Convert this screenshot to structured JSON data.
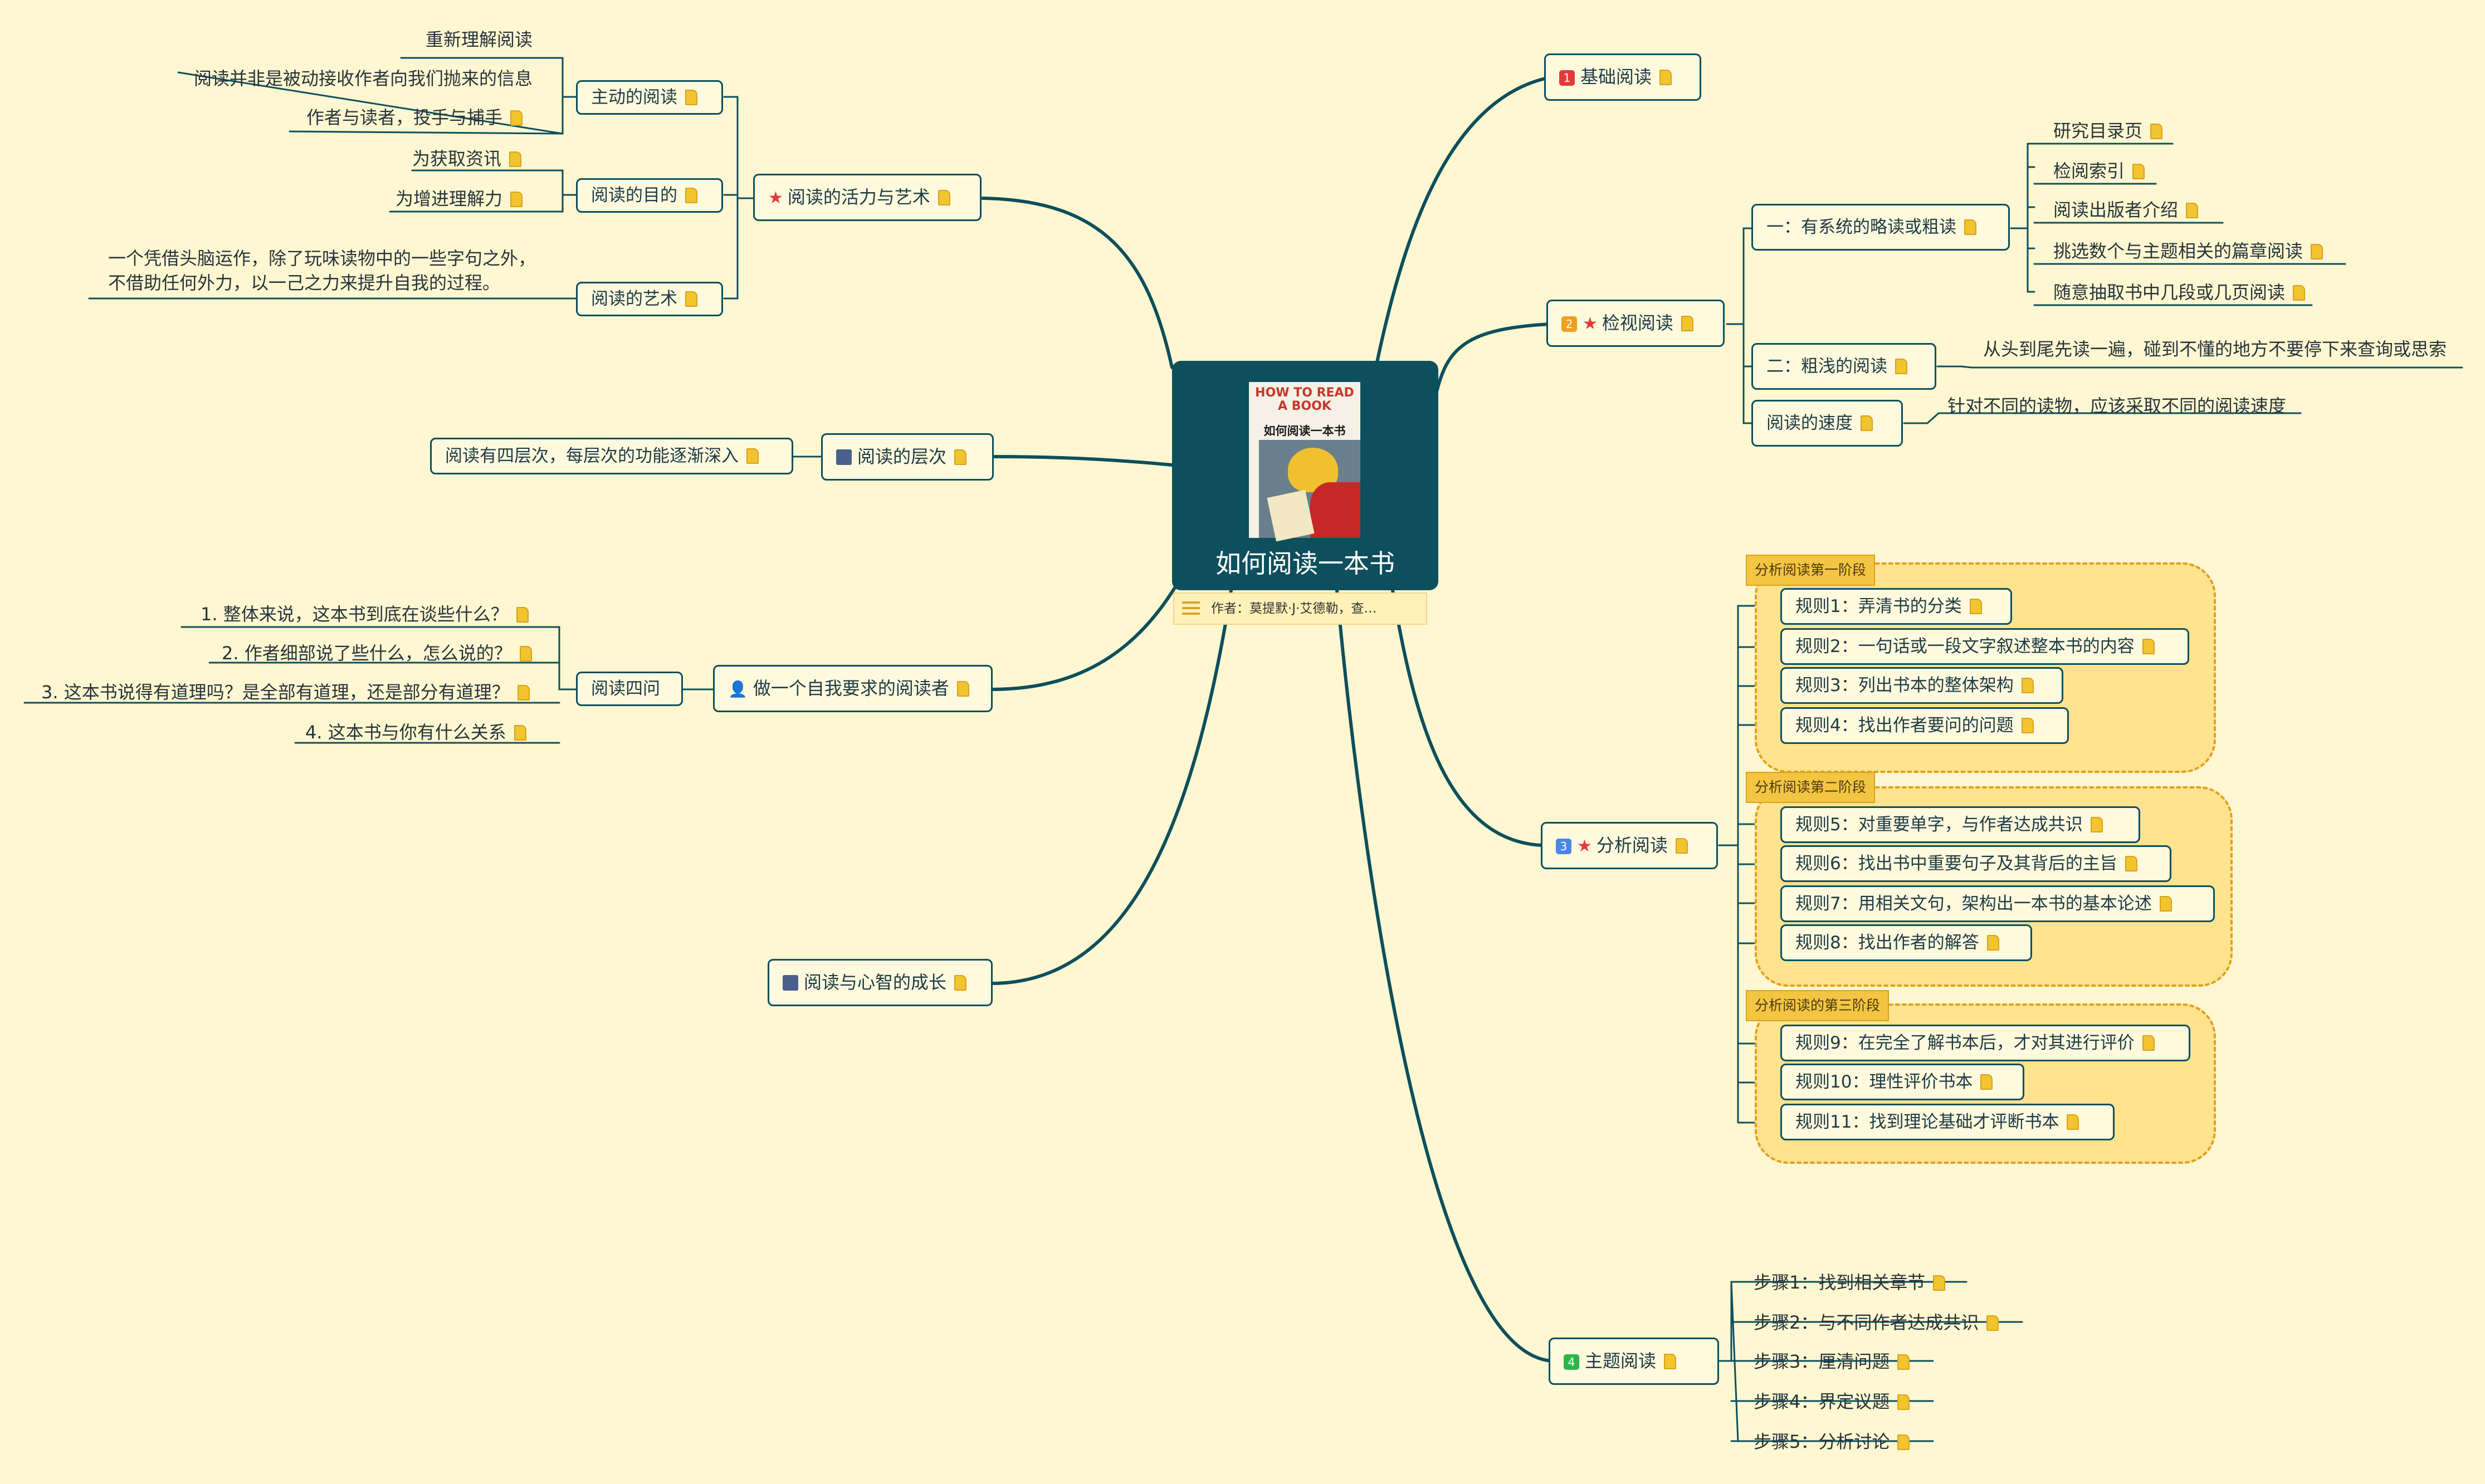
{
  "central": {
    "title": "如何阅读一本书",
    "note": "作者：莫提默·J·艾德勒，查…",
    "cover_title_en": "HOW TO READ A BOOK",
    "cover_title_cn": "如何阅读一本书"
  },
  "colors": {
    "line": "#0d4f5c",
    "background": "#fff7d1",
    "node_bg": "#fff9de",
    "cloud_fill": "#ffe38f",
    "cloud_border": "#e0a020",
    "marker_red": "#e23a3a",
    "marker_orange": "#f0a020",
    "marker_blue": "#4a86e8",
    "marker_green": "#2fb44a",
    "note_icon": "#f1c430"
  },
  "icons": {
    "note": "note-icon",
    "star": "star-icon",
    "person": "person-icon",
    "chart": "bar-chart-icon",
    "growth": "line-chart-icon"
  },
  "right": {
    "b1": {
      "marker": "1",
      "label": "基础阅读"
    },
    "b2": {
      "marker": "2",
      "label": "检视阅读",
      "children": [
        {
          "label": "一：有系统的略读或粗读",
          "children": [
            "研究目录页",
            "检阅索引",
            "阅读出版者介绍",
            "挑选数个与主题相关的篇章阅读",
            "随意抽取书中几段或几页阅读"
          ]
        },
        {
          "label": "二：粗浅的阅读",
          "note": "从头到尾先读一遍，碰到不懂的地方不要停下来查询或思索"
        },
        {
          "label": "阅读的速度",
          "note": "针对不同的读物，应该采取不同的阅读速度"
        }
      ]
    },
    "b3": {
      "marker": "3",
      "label": "分析阅读",
      "stages": [
        {
          "label": "分析阅读第一阶段",
          "rules": [
            "规则1：弄清书的分类",
            "规则2：一句话或一段文字叙述整本书的内容",
            "规则3：列出书本的整体架构",
            "规则4：找出作者要问的问题"
          ]
        },
        {
          "label": "分析阅读第二阶段",
          "rules": [
            "规则5：对重要单字，与作者达成共识",
            "规则6：找出书中重要句子及其背后的主旨",
            "规则7：用相关文句，架构出一本书的基本论述",
            "规则8：找出作者的解答"
          ]
        },
        {
          "label": "分析阅读的第三阶段",
          "rules": [
            "规则9：在完全了解书本后，才对其进行评价",
            "规则10：理性评价书本",
            "规则11：找到理论基础才评断书本"
          ]
        }
      ]
    },
    "b4": {
      "marker": "4",
      "label": "主题阅读",
      "steps": [
        "步骤1：找到相关章节",
        "步骤2：与不同作者达成共识",
        "步骤3：厘清问题",
        "步骤4：界定议题",
        "步骤5：分析讨论"
      ]
    }
  },
  "left": {
    "vitality": {
      "label": "阅读的活力与艺术",
      "children": [
        {
          "label": "主动的阅读",
          "children": [
            "重新理解阅读",
            "阅读并非是被动接收作者向我们抛来的信息",
            "作者与读者，投手与捕手"
          ]
        },
        {
          "label": "阅读的目的",
          "children": [
            "为获取资讯",
            "为增进理解力"
          ]
        },
        {
          "label": "阅读的艺术",
          "note_lines": [
            "一个凭借头脑运作，除了玩味读物中的一些字句之外，",
            "不借助任何外力，以一己之力来提升自我的过程。"
          ]
        }
      ]
    },
    "levels": {
      "label": "阅读的层次",
      "child": "阅读有四层次，每层次的功能逐渐深入"
    },
    "demanding": {
      "label": "做一个自我要求的阅读者",
      "child": {
        "label": "阅读四问",
        "children": [
          "1. 整体来说，这本书到底在谈些什么？",
          "2. 作者细部说了些什么，怎么说的？",
          "3. 这本书说得有道理吗？是全部有道理，还是部分有道理？",
          "4. 这本书与你有什么关系"
        ]
      }
    },
    "growth": {
      "label": "阅读与心智的成长"
    }
  }
}
